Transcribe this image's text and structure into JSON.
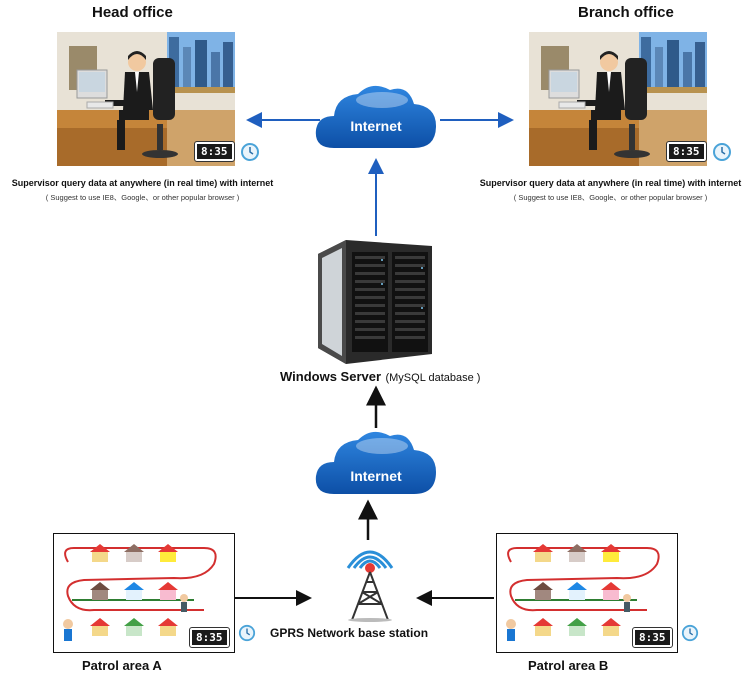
{
  "head_office": {
    "title": "Head office",
    "caption": "Supervisor query data at anywhere (in real time) with internet",
    "sub": "( Suggest to use IE8、Google、or other popular browser )",
    "clock": "8:35"
  },
  "branch_office": {
    "title": "Branch office",
    "caption": "Supervisor query data at anywhere (in real time) with internet",
    "sub": "( Suggest to use IE8、Google、or other popular browser )",
    "clock": "8:35"
  },
  "internet_top": {
    "label": "Internet"
  },
  "internet_bottom": {
    "label": "Internet"
  },
  "server": {
    "name": "Windows Server",
    "detail": "(MySQL database )"
  },
  "base_station": {
    "label": "GPRS Network base station"
  },
  "patrol_a": {
    "label": "Patrol area A",
    "clock": "8:35"
  },
  "patrol_b": {
    "label": "Patrol area B",
    "clock": "8:35"
  },
  "colors": {
    "arrow_blue": "#1f5fbf",
    "cloud_blue": "#1565c0",
    "arrow_black": "#111111"
  }
}
